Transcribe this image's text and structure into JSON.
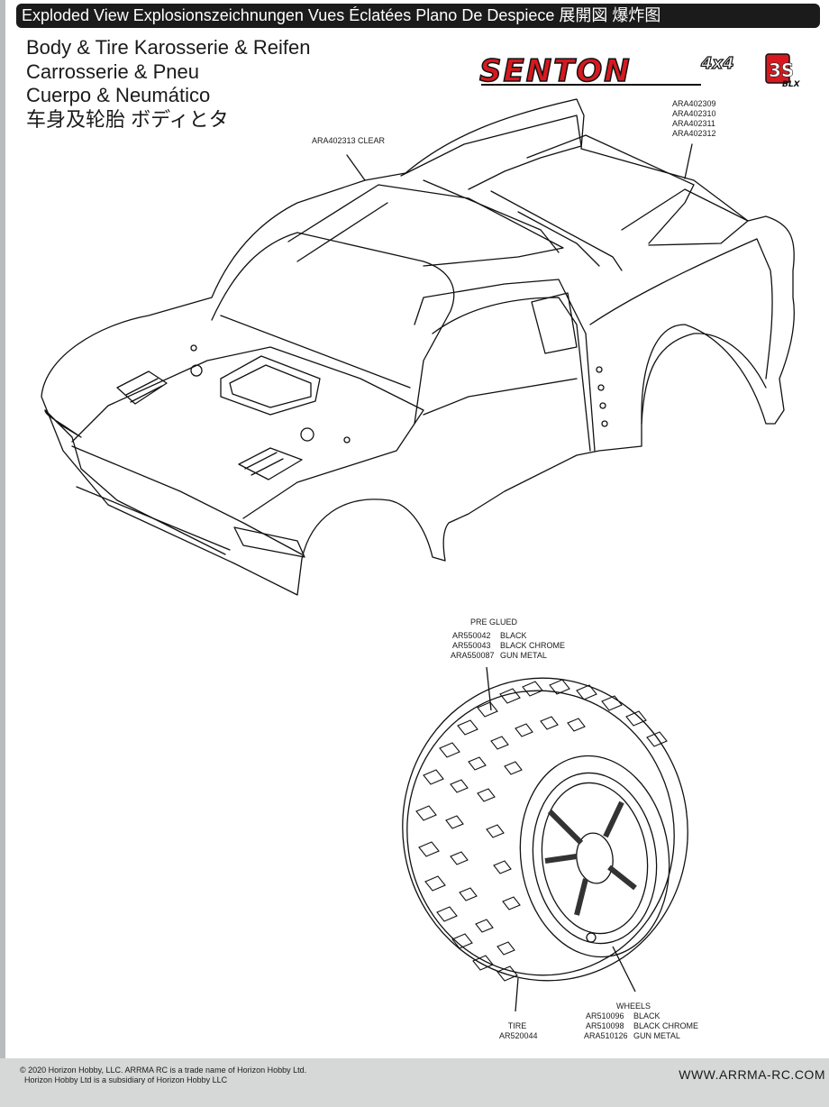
{
  "header": {
    "title": "Exploded View  Explosionszeichnungen  Vues Éclatées  Plano De Despiece  展開図  爆炸图"
  },
  "section_title": {
    "lines": [
      "Body & Tire    Karosserie & Reifen",
      "Carrosserie & Pneu",
      "Cuerpo & Neumático",
      "车身及轮胎    ボディとタ"
    ]
  },
  "logo": {
    "name": "SENTON",
    "drive": "4x4",
    "battery": "3S",
    "motor": "BLX",
    "colors": {
      "red": "#d7191f",
      "black": "#111111"
    }
  },
  "callouts": {
    "body_clear": "ARA402313  CLEAR",
    "body_parts": [
      "ARA402309",
      "ARA402310",
      "ARA402311",
      "ARA402312"
    ],
    "pre_glued": {
      "title": "PRE GLUED",
      "items": [
        {
          "code": "AR550042",
          "desc": "BLACK"
        },
        {
          "code": "AR550043",
          "desc": "BLACK CHROME"
        },
        {
          "code": "ARA550087",
          "desc": "GUN METAL"
        }
      ]
    },
    "tire": {
      "title": "TIRE",
      "code": "AR520044"
    },
    "wheels": {
      "title": "WHEELS",
      "items": [
        {
          "code": "AR510096",
          "desc": "BLACK"
        },
        {
          "code": "AR510098",
          "desc": "BLACK CHROME"
        },
        {
          "code": "ARA510126",
          "desc": "GUN METAL"
        }
      ]
    }
  },
  "footer": {
    "copyright_1": "© 2020  Horizon Hobby, LLC. ARRMA RC is a trade name of Horizon Hobby Ltd.",
    "copyright_2": "Horizon Hobby Ltd is a subsidiary of Horizon Hobby LLC",
    "website": "WWW.ARRMA-RC.COM"
  }
}
